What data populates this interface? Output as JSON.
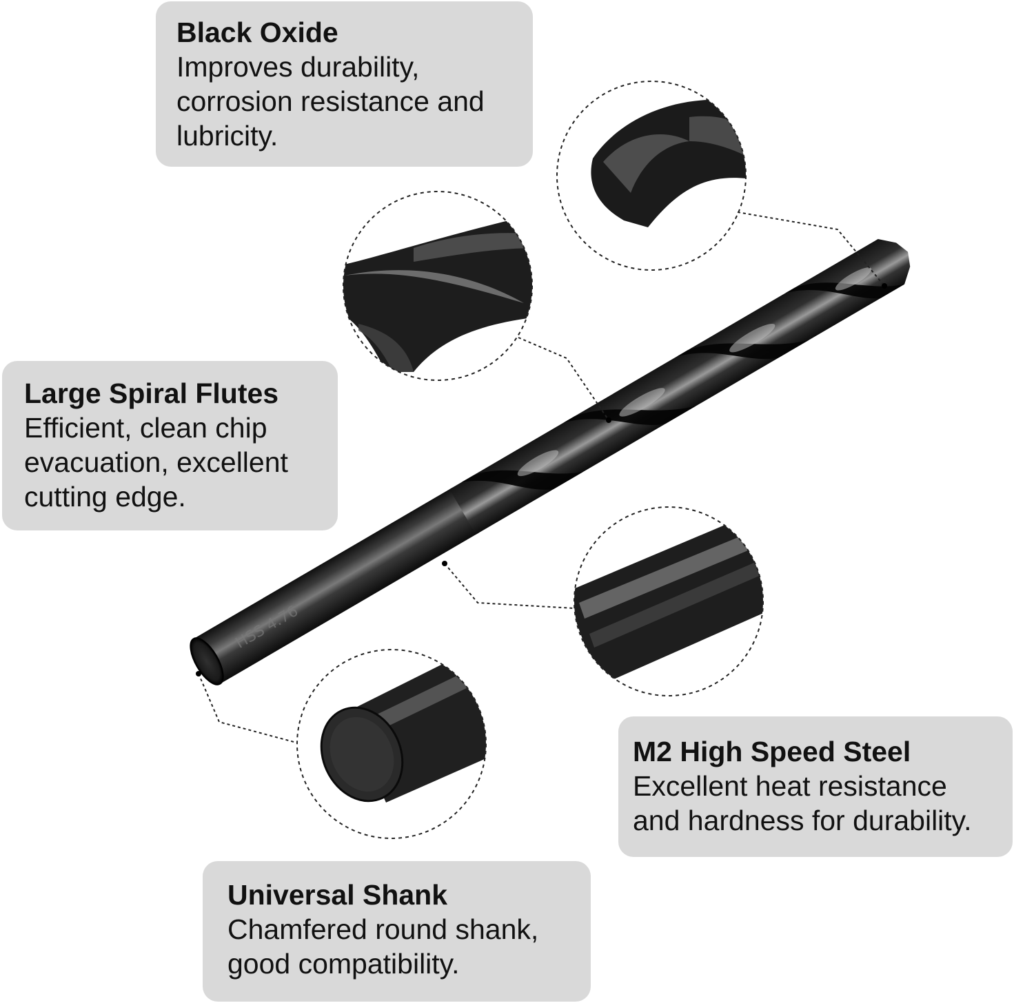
{
  "callouts": {
    "black_oxide": {
      "title": "Black Oxide",
      "description": "Improves durability,\ncorrosion resistance and\nlubricity."
    },
    "spiral_flutes": {
      "title": "Large Spiral Flutes",
      "description": "Efficient, clean chip\nevacuation, excellent\ncutting edge."
    },
    "hss": {
      "title": "M2 High Speed Steel",
      "description": "Excellent heat resistance\nand hardness for durability."
    },
    "shank": {
      "title": "Universal Shank",
      "description": "Chamfered round shank,\ngood compatibility."
    }
  },
  "shank_marking": "HSS 4.76",
  "colors": {
    "callout_bg": "#d9d9d9",
    "steel_dark": "#1c1c1c",
    "steel_mid": "#3a3a3a",
    "steel_highlight": "#8c8c8c"
  }
}
